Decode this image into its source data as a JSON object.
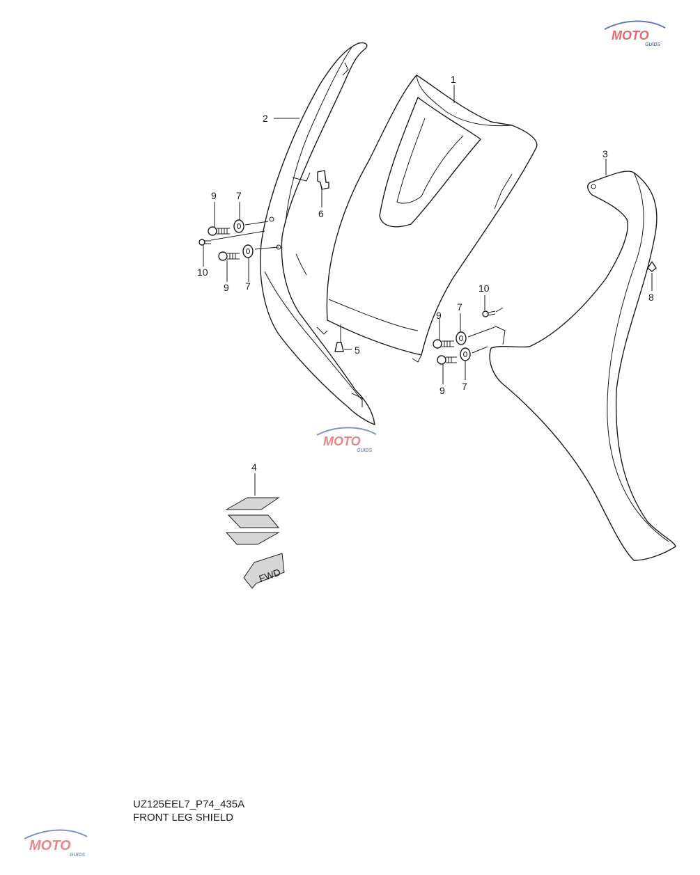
{
  "caption": {
    "code": "UZ125EEL7_P74_435A",
    "title": "FRONT LEG SHIELD"
  },
  "callouts": [
    "1",
    "2",
    "3",
    "4",
    "5",
    "6",
    "7",
    "7",
    "7",
    "7",
    "8",
    "9",
    "9",
    "9",
    "9",
    "10",
    "10"
  ],
  "badge": {
    "fwd_text": "FWD"
  },
  "watermark": {
    "brand": "MOTO",
    "sub": "GUIDS",
    "colors": {
      "red": "#d9363e",
      "blue": "#2a4f9e"
    }
  }
}
